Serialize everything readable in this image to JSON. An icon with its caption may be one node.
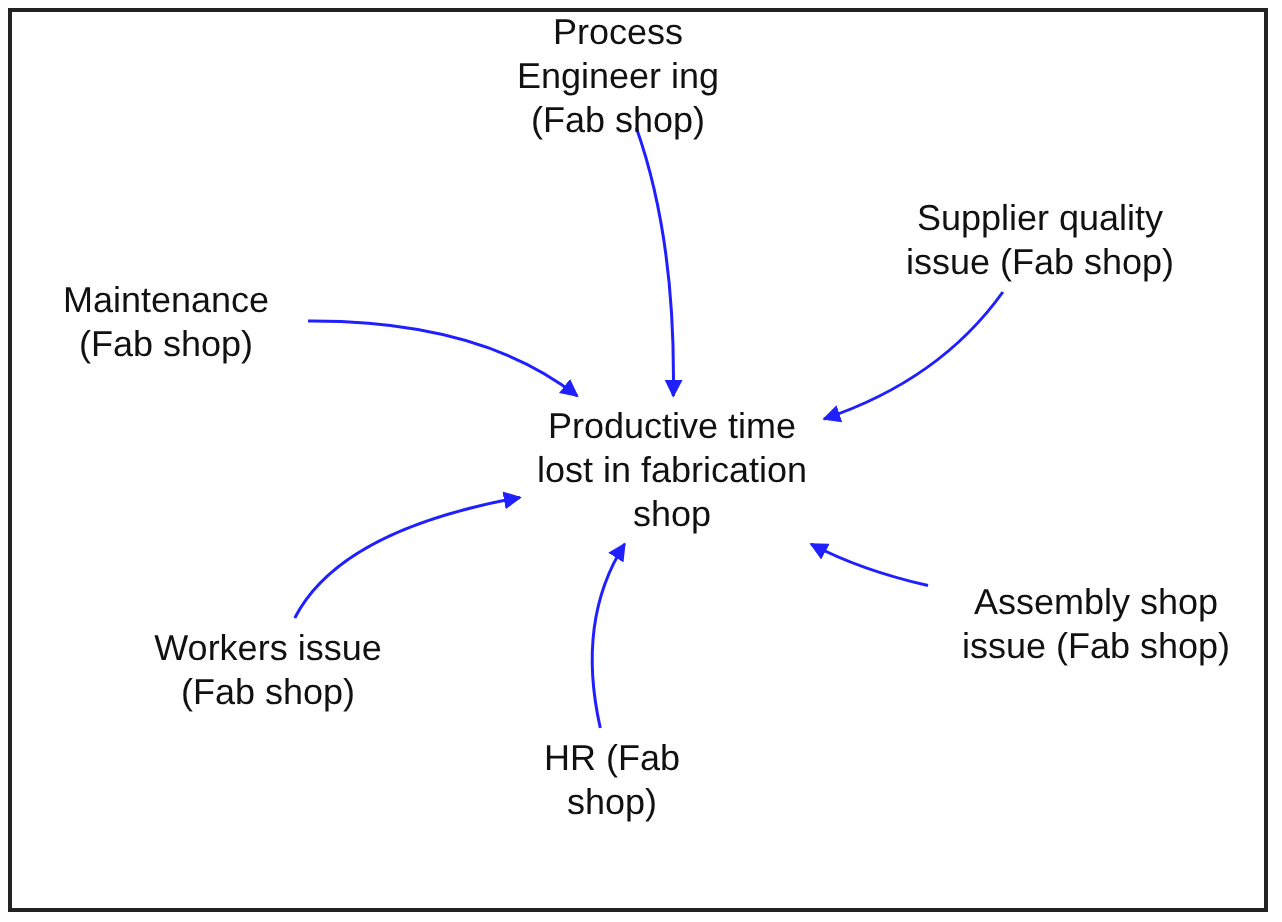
{
  "diagram": {
    "nodes": [
      {
        "text": [
          "Process Engineer ing (Fab shop)"
        ]
      },
      {
        "text": [
          "Supplier quality issue (Fab shop)"
        ]
      },
      {
        "text": [
          "Maintenance (Fab shop)"
        ]
      },
      {
        "text": [
          "Productive time lost in fabrication shop"
        ]
      },
      {
        "text": [
          "Assembly shop issue (Fab shop)"
        ]
      },
      {
        "text": [
          "Workers issue (Fab shop)"
        ]
      },
      {
        "text": [
          "HR (Fab shop)"
        ]
      }
    ],
    "edges": [
      {
        "from": 0,
        "to": 3,
        "arrow": "to"
      },
      {
        "from": 1,
        "to": 3,
        "arrow": "to"
      },
      {
        "from": 2,
        "to": 3,
        "arrow": "to"
      },
      {
        "from": 4,
        "to": 3,
        "arrow": "to"
      },
      {
        "from": 5,
        "to": 3,
        "arrow": "to"
      },
      {
        "from": 6,
        "to": 3,
        "arrow": "to"
      }
    ]
  }
}
